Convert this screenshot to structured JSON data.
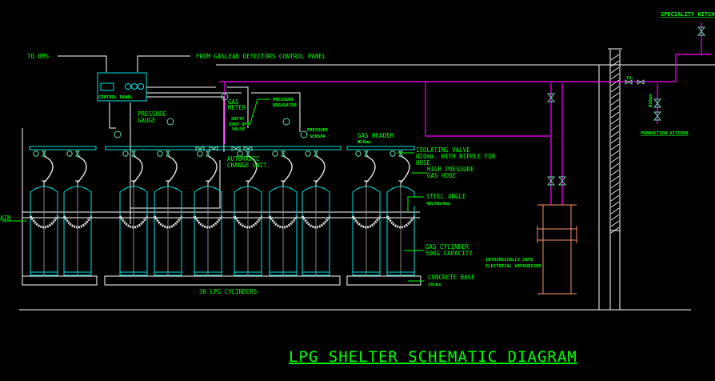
{
  "title": "LPG SHELTER SCHEMATIC DIAGRAM",
  "labels": {
    "to_bms": "TO  BMS",
    "from_gasleak": "FROM GASLEAK DETECTORS CONTROL PANEL",
    "control_panel": "CONTROL PANEL",
    "pressure_gauge_1": "PRESSURE",
    "pressure_gauge_2": "GAUGE",
    "gas_meter_1": "GAS",
    "gas_meter_2": "METER",
    "safety_1": "SAFTY",
    "safety_2": "SHUT OFF",
    "safety_3": "VALVE",
    "regulator_1": "PRESSURE",
    "regulator_2": "REGULATOR",
    "sensor_1": "PRESSURE",
    "sensor_2": "SENSOR",
    "gas_header_1": "GAS HEADER",
    "gas_header_2": "Ø50mm",
    "acu_1": "AUTOMATIC",
    "acu_2": "CHANGE UNIT.",
    "isolating_1": "ISOLATING VALVE",
    "isolating_2": "Ø20mm. WITH NIPPLE FOR",
    "isolating_3": "HOSE",
    "hose_1": "HIGH PRESSURE",
    "hose_2": "GAS HOSE",
    "angle_1": "STEEL ANGLE",
    "angle_2": "40x40x4mm",
    "cyl_1": "GAS CYLINDER",
    "cyl_2": "50KG CAPACITY",
    "base_1": "CONCRETE BASE",
    "base_2": "10cms",
    "count": "30 LPG CYLINDERS",
    "chain": "AIN",
    "vap_1": "INTRINSICALLY SAFE",
    "vap_2": "ELECTRICAL VAPOURISOR",
    "specialty": "SPECIALITY KITCH",
    "production": "PRODUCTION KITCHEN",
    "pipe_size": "Ø38mm",
    "valve_size": "1V."
  },
  "cylinder_count_drawn": 10,
  "colors": {
    "text": "#00ff00",
    "equipment": "#00e5e5",
    "gas_line": "#ff00ff",
    "structure": "#ffffff",
    "vaporiser": "#ff8c66",
    "valves": "#66ddaa"
  }
}
